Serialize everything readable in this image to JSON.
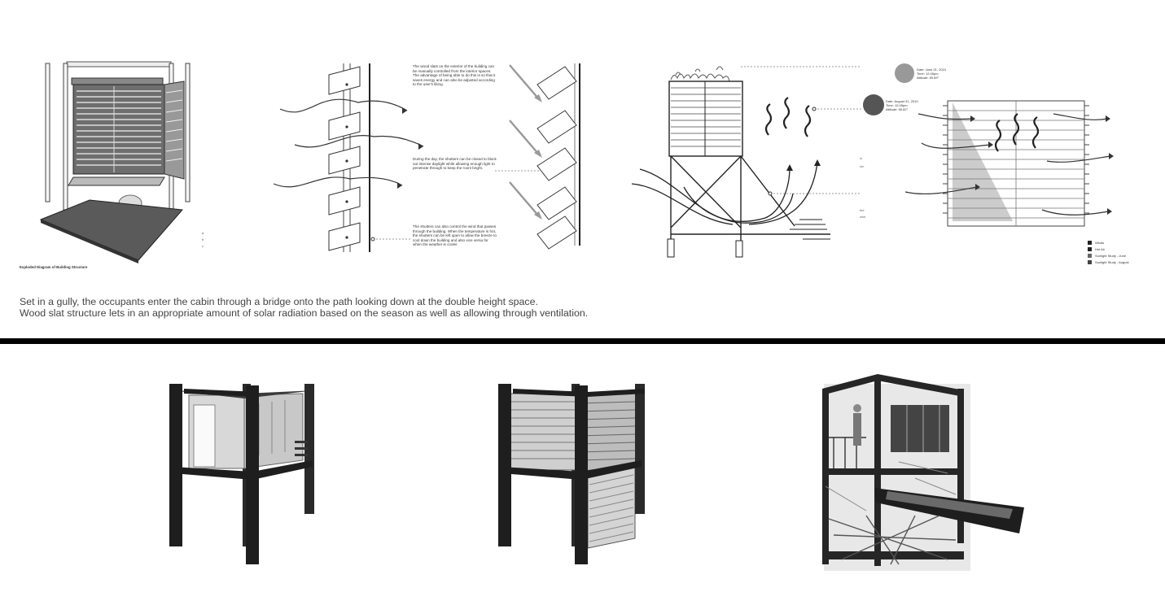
{
  "exploded_diagram": {
    "caption": "Exploded Diagram of Building Structure"
  },
  "shutter_notes": {
    "note_1": "The wood slats on the exterior of the building can be manually controlled from the interior spaces. The advantage of being able to do this is so that it saves energy and can also be adjusted according to the user's liking.",
    "note_2": "During the day, the shutters can be closed to block out intense daylight while allowing enough light to penetrate through to keep the room bright.",
    "note_3": "The shutters can also control the wind that passes through the building. When the temperature is hot, the shutters can be left open to allow the breeze to cool down the building and also vice versa for when the weather is cooler."
  },
  "sun_study": {
    "june": {
      "date": "Date: June 21, 2010",
      "time": "Time: 12:45pm",
      "altitude": "Altitude: 69.69°"
    },
    "august": {
      "date": "Date: August 31, 2010",
      "time": "Time: 12:45pm",
      "altitude": "Altitude: 55.82°"
    }
  },
  "legend": {
    "items": [
      {
        "label": "Winds",
        "color": "#222222"
      },
      {
        "label": "Hot Air",
        "color": "#222222"
      },
      {
        "label": "Sunlight Study - June",
        "color": "#666666"
      },
      {
        "label": "Sunlight Study - August",
        "color": "#444444"
      }
    ]
  },
  "description": {
    "line_1": "Set in a gully, the occupants enter the cabin through a bridge onto the path looking down at the double height space.",
    "line_2": "Wood slat structure lets in an appropriate amount of solar radiation based on the season as well as allowing through ventilation."
  }
}
